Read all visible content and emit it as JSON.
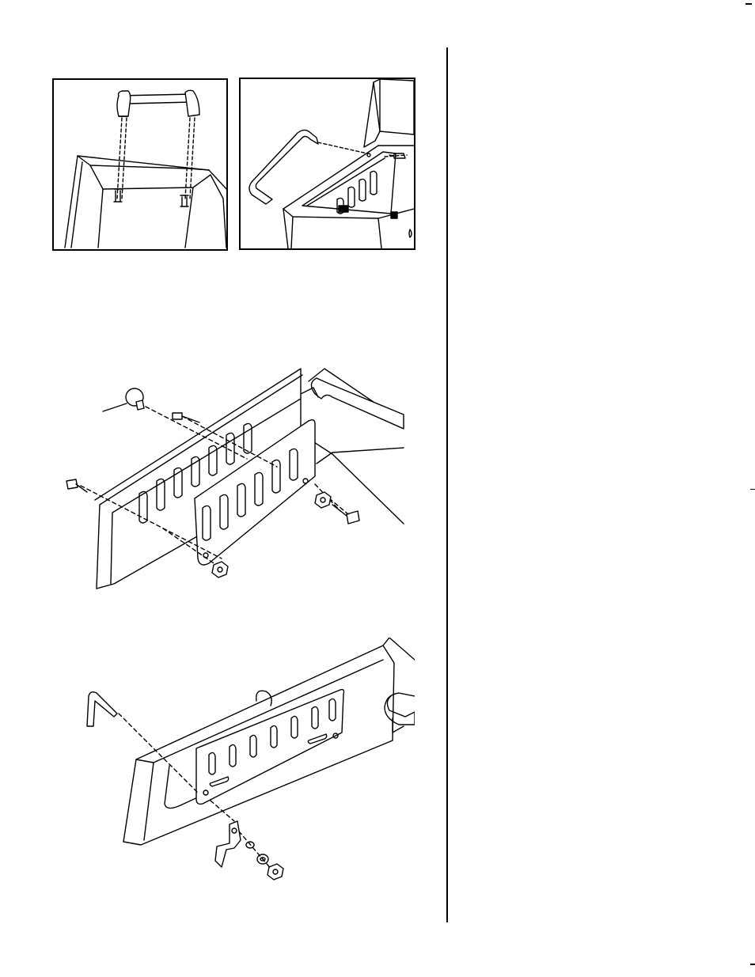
{
  "page": {
    "colors": {
      "ink": "#000000",
      "paper": "#ffffff"
    }
  },
  "figures": [
    {
      "id": "handle-attach-detail",
      "description_icon": "handle-bolts-icon"
    },
    {
      "id": "handle-on-grill-detail",
      "description_icon": "side-handle-icon"
    },
    {
      "id": "vent-plate-assembly",
      "description_icon": "vent-plate-icon"
    },
    {
      "id": "bracket-assembly",
      "description_icon": "bracket-hardware-icon"
    }
  ]
}
